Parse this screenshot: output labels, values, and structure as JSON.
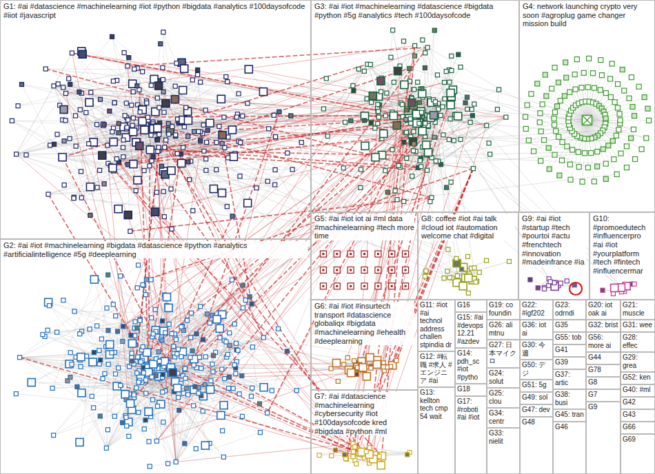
{
  "diagram": {
    "nodes": [
      {
        "text": [
          "G1: #ai #datascience #machinelearning #iot #python #bigdata #analytics #100daysofcode #iiot #javascript"
        ]
      },
      {
        "text": [
          "G3: #ai #iot #machinelearning #datascience #bigdata #python #5g #analytics #tech #100daysofcode"
        ]
      },
      {
        "text": [
          "G4: network launching crypto very soon #agroplug game changer mission build"
        ]
      },
      {
        "text": [
          "G2: #ai #iot #machinelearning #bigdata #datascience #python #analytics #artificialintelligence #5g #deeplearning"
        ]
      },
      {
        "text": [
          "G5: #ai #iot iot ai #ml data #machinelearning #tech more time"
        ]
      },
      {
        "text": [
          "G8: coffee #iot #ai talk #cloud iot #automation welcome chat #digital"
        ]
      },
      {
        "text": [
          "G9: #ai #iot #startup #tech #pourtoi #actu #frenchtech #innovation #madeinfrance #ia"
        ]
      },
      {
        "text": [
          "G10: #promoedutech #influencerpro #ai #iot #yourplatform #tech #fintech #influencermar"
        ]
      },
      {
        "text": [
          "G6: #ai #iot #insurtech transport #datascience globaliqx #bigdata #machinelearning #ehealth #deeplearning"
        ]
      },
      {
        "text": [
          "G7: #ai #datascience #machinelearning #cybersecurity #iot #100daysofcode kred #bigdata #python #ml"
        ]
      },
      {
        "text": [
          "G11: #iot #ai technol address challen stpindia dr"
        ]
      },
      {
        "text": [
          "G12: #転職 #求人 #エンジニア #ai"
        ]
      },
      {
        "text": [
          "G13: kellton tech cmp 54 wait"
        ]
      },
      {
        "text": [
          "G16"
        ]
      },
      {
        "text": [
          "G15: #ai #devops 12.21 #azdev"
        ]
      },
      {
        "text": [
          "G14: pdh_sc #iot #pytho"
        ]
      },
      {
        "text": [
          "G18"
        ]
      },
      {
        "text": [
          "G17: #roboti #ai #iot"
        ]
      },
      {
        "text": [
          "G19: co foundin"
        ]
      },
      {
        "text": [
          "G26: ali mtnu"
        ]
      },
      {
        "text": [
          "G27: 日本マイクロ"
        ]
      },
      {
        "text": [
          "G24: solut"
        ]
      },
      {
        "text": [
          "G25: clou"
        ]
      },
      {
        "text": [
          "G34: centr"
        ]
      },
      {
        "text": [
          "G33: nielit"
        ]
      },
      {
        "text": [
          "G22: #igf202"
        ]
      },
      {
        "text": [
          "G36: iot ai"
        ]
      },
      {
        "text": [
          "G30: 今週"
        ]
      },
      {
        "text": [
          "G50: デジ"
        ]
      },
      {
        "text": [
          "G51: 5g"
        ]
      },
      {
        "text": [
          "G49: sol"
        ]
      },
      {
        "text": [
          "G47: dev"
        ]
      },
      {
        "text": [
          "G48"
        ]
      },
      {
        "text": [
          "G23: odrndi"
        ]
      },
      {
        "text": [
          "G35"
        ]
      },
      {
        "text": [
          "G55: tob"
        ]
      },
      {
        "text": [
          "G41"
        ]
      },
      {
        "text": [
          "G39"
        ]
      },
      {
        "text": [
          "G37: artic"
        ]
      },
      {
        "text": [
          "G38: busi"
        ]
      },
      {
        "text": [
          "G45: tran"
        ]
      },
      {
        "text": [
          "G46"
        ]
      },
      {
        "text": [
          "G20: iot oak ai"
        ]
      },
      {
        "text": [
          "G32: brist"
        ]
      },
      {
        "text": [
          "G56: more ai"
        ]
      },
      {
        "text": [
          "G44"
        ]
      },
      {
        "text": [
          "G78"
        ]
      },
      {
        "text": [
          "G8"
        ]
      },
      {
        "text": [
          "G7"
        ]
      },
      {
        "text": [
          "G9"
        ]
      },
      {
        "text": [
          "G21: muscle"
        ]
      },
      {
        "text": [
          "G31: wee"
        ]
      },
      {
        "text": [
          "G28: effec"
        ]
      },
      {
        "text": [
          "G29: grea"
        ]
      },
      {
        "text": [
          "G52: ken"
        ]
      },
      {
        "text": [
          "G40: #ml"
        ]
      },
      {
        "text": [
          "G42"
        ]
      },
      {
        "text": [
          "G43"
        ]
      },
      {
        "text": [
          "G66"
        ]
      },
      {
        "text": [
          "G69"
        ]
      }
    ]
  }
}
